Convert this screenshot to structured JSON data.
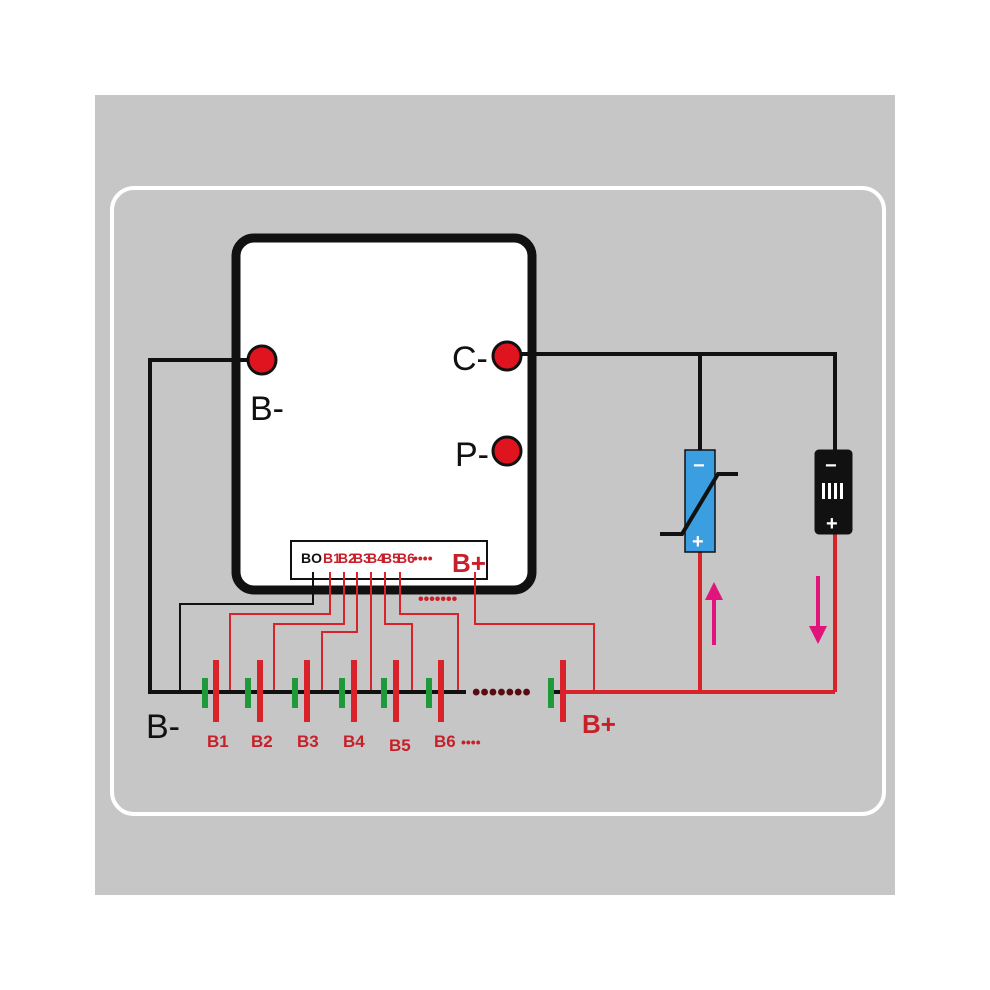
{
  "colors": {
    "outer_bg": "#c6c6c6",
    "panel_border": "#ffffff",
    "board_fill": "#ffffff",
    "board_border": "#111111",
    "pad": "#e0141e",
    "wire_black": "#111111",
    "wire_red": "#d8232a",
    "cell_positive": "#d8232a",
    "cell_negative": "#1f9a3a",
    "charger_body": "#3a9ee0",
    "load_body": "#111111",
    "arrow": "#e0147a"
  },
  "board": {
    "pads": {
      "b_minus": "B-",
      "c_minus": "C-",
      "p_minus": "P-"
    },
    "connector": {
      "b0": "BO",
      "taps": [
        "B1",
        "B2",
        "B3",
        "B4",
        "B5",
        "B6"
      ],
      "more": "••••",
      "b_plus": "B+"
    },
    "connector_dots": "•••••••"
  },
  "battery_pack": {
    "b_minus": "B-",
    "cells": [
      "B1",
      "B2",
      "B3",
      "B4",
      "B5",
      "B6"
    ],
    "cells_more": "••••",
    "b_plus": "B+"
  },
  "charger": {
    "icon": "charger-icon",
    "minus": "−",
    "plus": "+"
  },
  "load": {
    "icon": "load-icon",
    "minus": "−",
    "plus": "+"
  }
}
